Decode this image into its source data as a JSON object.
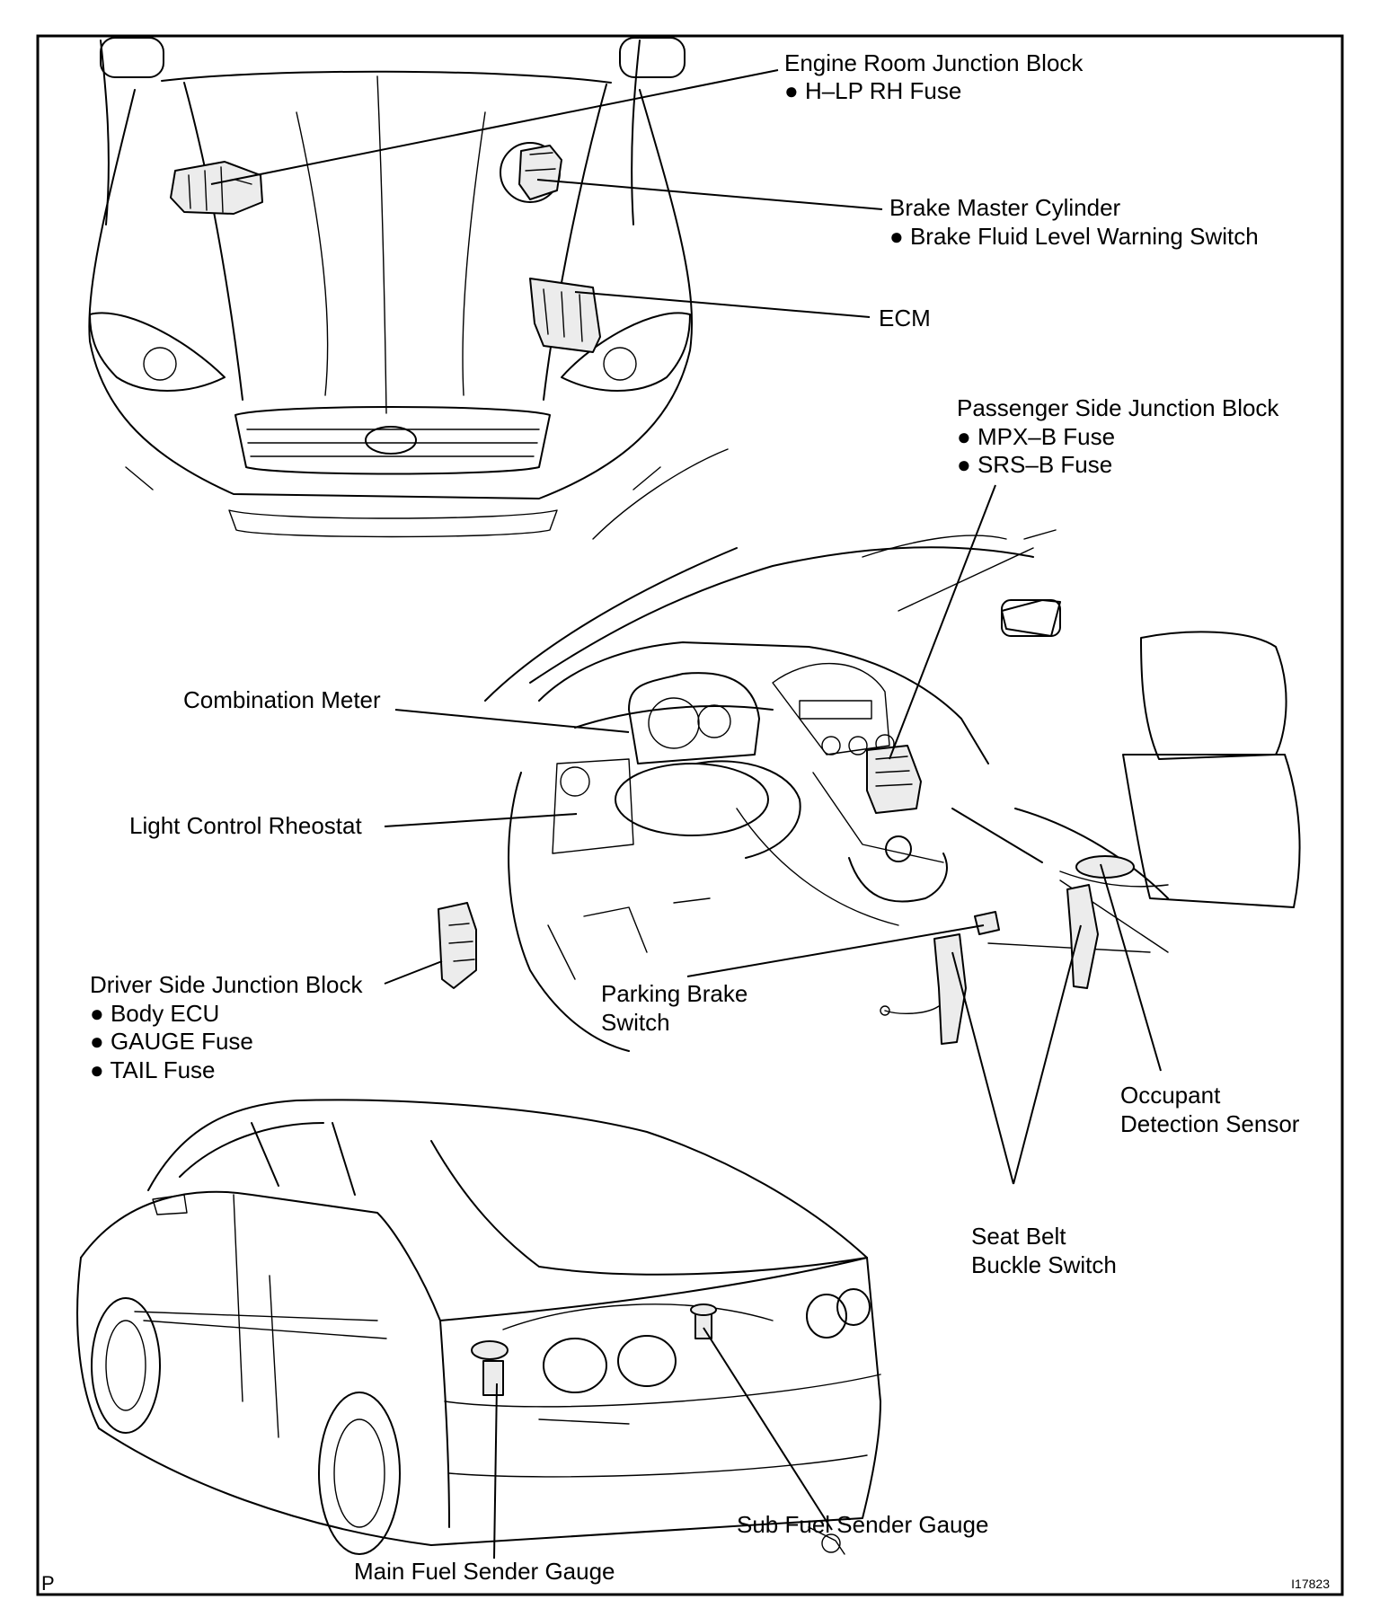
{
  "corner_mark": "P",
  "figure_id": "I17823",
  "labels": {
    "engine_room_jb": {
      "title": "Engine Room Junction Block",
      "items": [
        "H–LP RH Fuse"
      ]
    },
    "brake_master": {
      "title": "Brake Master Cylinder",
      "items": [
        "Brake Fluid Level Warning Switch"
      ]
    },
    "ecm": {
      "title": "ECM"
    },
    "passenger_jb": {
      "title": "Passenger Side Junction Block",
      "items": [
        "MPX–B Fuse",
        "SRS–B Fuse"
      ]
    },
    "combination_meter": {
      "title": "Combination Meter"
    },
    "light_rheostat": {
      "title": "Light Control Rheostat"
    },
    "driver_jb": {
      "title": "Driver Side Junction Block",
      "items": [
        "Body ECU",
        "GAUGE Fuse",
        "TAIL Fuse"
      ]
    },
    "parking_brake": {
      "lines": [
        "Parking Brake",
        "Switch"
      ]
    },
    "occupant_sensor": {
      "lines": [
        "Occupant",
        "Detection Sensor"
      ]
    },
    "seat_belt": {
      "lines": [
        "Seat Belt",
        "Buckle Switch"
      ]
    },
    "sub_fuel": {
      "title": "Sub Fuel Sender Gauge"
    },
    "main_fuel": {
      "title": "Main Fuel Sender Gauge"
    }
  }
}
